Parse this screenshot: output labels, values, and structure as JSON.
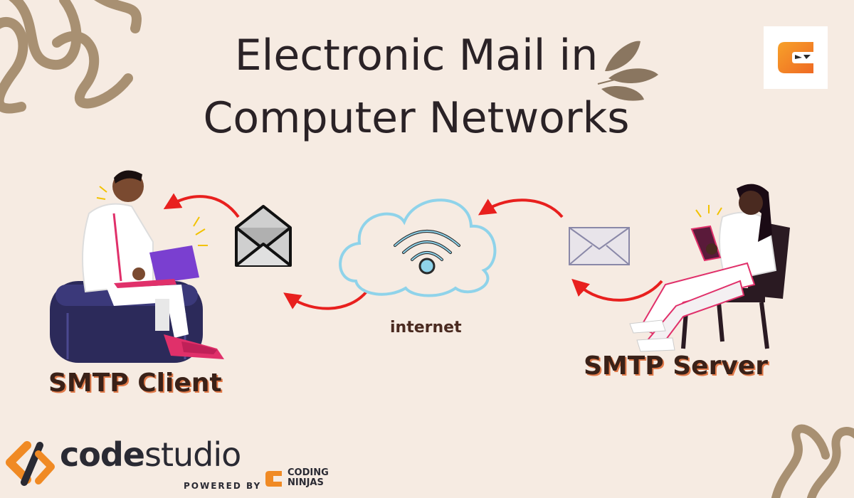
{
  "title": {
    "line1": "Electronic Mail in",
    "line2": "Computer Networks"
  },
  "labels": {
    "client": "SMTP Client",
    "server": "SMTP Server",
    "internet": "internet"
  },
  "branding": {
    "code": "code",
    "studio": "studio",
    "powered_by": "POWERED BY",
    "coding": "CODING",
    "ninjas": "NINJAS"
  },
  "colors": {
    "background": "#f6ebe2",
    "arrow": "#e8201e",
    "cloud": "#8fd3ea",
    "accent_orange": "#f08a24",
    "pink": "#e0306a"
  },
  "icons": [
    "envelope-open-icon",
    "envelope-icon",
    "wifi-icon",
    "cloud-icon",
    "coding-ninjas-logo"
  ]
}
